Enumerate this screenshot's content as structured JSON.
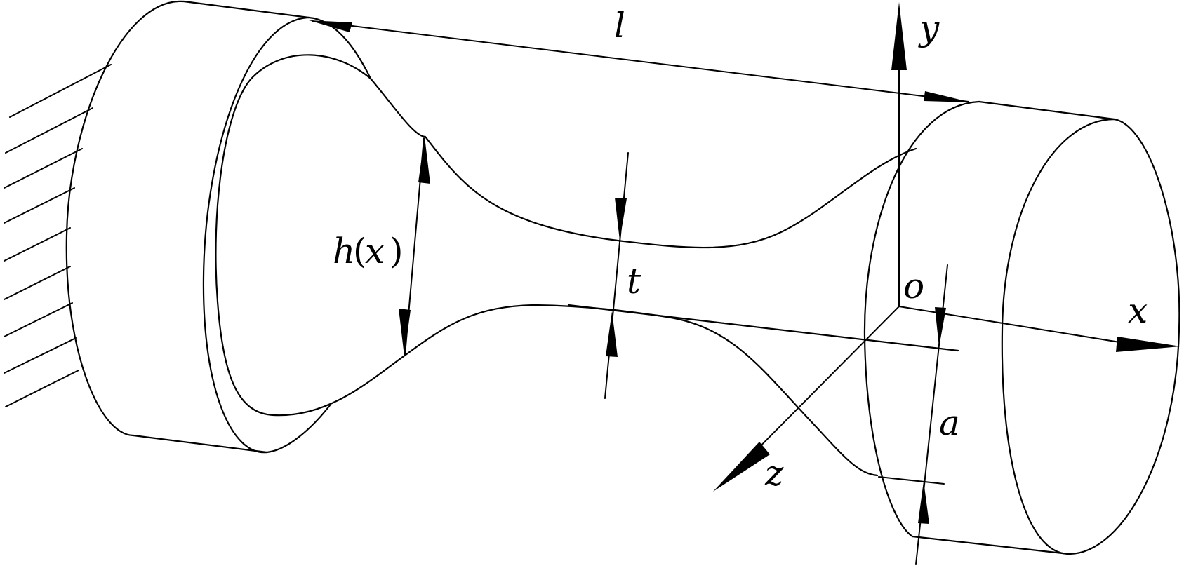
{
  "diagram": {
    "labels": {
      "length": "l",
      "height_func": "h",
      "height_arg": "x",
      "thickness": "t",
      "axis_y": "y",
      "axis_x": "x",
      "axis_z": "z",
      "origin": "o",
      "offset": "a"
    }
  }
}
